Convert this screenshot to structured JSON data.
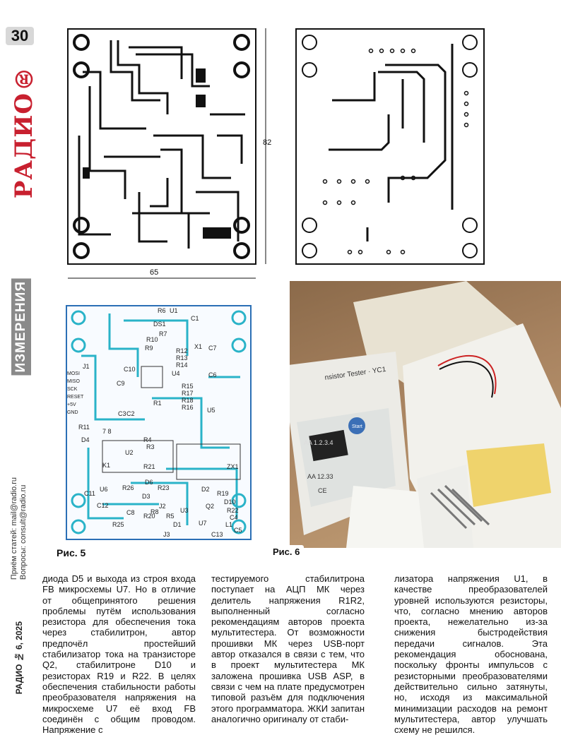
{
  "sidebar": {
    "page_number": "30",
    "logo": "РАДИО®",
    "section": "ИЗМЕРЕНИЯ",
    "contacts_line1": "Приём статей: mail@radio.ru",
    "contacts_line2": "Вопросы: consult@radio.ru",
    "issue": "РАДИО № 6, 2025"
  },
  "figures": {
    "dim_width": "65",
    "dim_height": "82",
    "fig5_caption": "Рис. 5",
    "fig6_caption": "Рис. 6",
    "silk_labels": [
      "R6",
      "U1",
      "C1",
      "DS1",
      "R10",
      "R9",
      "R7",
      "R12",
      "R13",
      "R14",
      "X1",
      "C7",
      "C6",
      "C10",
      "U4",
      "R15",
      "R17",
      "R18",
      "R16",
      "C9",
      "J1",
      "MOSI",
      "MISO",
      "SCK",
      "RESET",
      "+5V",
      "GND",
      "C3",
      "C2",
      "R1",
      "U5",
      "7 8",
      "R11",
      "D4",
      "R4",
      "R3",
      "U2",
      "K1",
      "R21",
      "ZX1",
      "C11",
      "U6",
      "C12",
      "R26",
      "D6",
      "D3",
      "R23",
      "R8",
      "R5",
      "D2",
      "R19",
      "D10",
      "R22",
      "R25",
      "J2",
      "J3",
      "L1",
      "C13",
      "R20",
      "D1",
      "C4",
      "C8",
      "C5",
      "Q2",
      "U3",
      "U7"
    ],
    "photo_device_text": [
      "nsistor Tester · YC1",
      "AA 1.2.3.4",
      "AA 12.33",
      "CE",
      "Start"
    ]
  },
  "article": {
    "col1": "диода D5 и выхода из строя входа FB микросхемы U7. Но в отличие от общепринятого решения проблемы путём использования резистора для обеспечения тока через стабилитрон, автор предпочёл простейший стабилизатор тока на транзисторе Q2, стабилитроне D10 и резисторах R19 и R22. В целях обеспечения стабильности работы преобразователя напряжения на микросхеме U7 её вход FB соединён с общим проводом. Напряжение с",
    "col2": "тестируемого стабилитрона поступает на АЦП МК через делитель напряжения R1R2, выполненный согласно рекомендациям авторов проекта мультитестера. От возможности прошивки МК через USB-порт автор отказался в связи с тем, что в проект мультитестера МК заложена прошивка USB ASP, в связи с чем на плате предусмотрен типовой разъём для подключения этого программатора. ЖКИ запитан аналогично оригиналу от стаби-",
    "col3": "лизатора напряжения U1, в качестве преобразователей уровней используются резисторы, что, согласно мнению авторов проекта, нежелательно из-за снижения быстродействия передачи сигналов. Эта рекомендация обоснована, поскольку фронты импульсов с резисторными преобразователями действительно сильно затянуты, но, исходя из максимальной минимизации расходов на ремонт мультитестера, автор улучшать схему не решился."
  }
}
